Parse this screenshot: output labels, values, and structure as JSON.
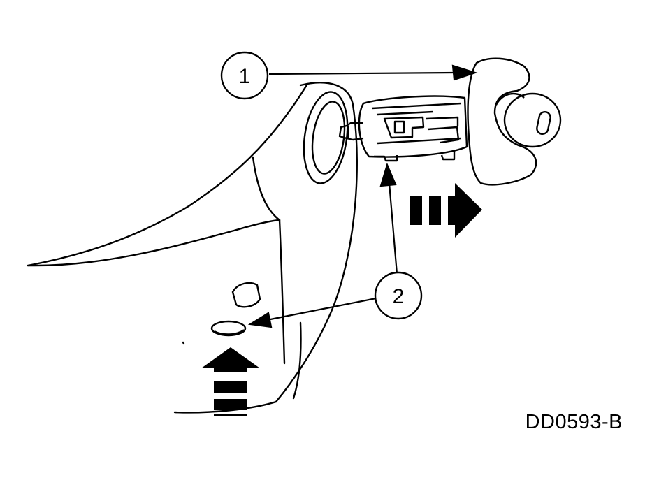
{
  "callouts": [
    {
      "label": "1"
    },
    {
      "label": "2"
    }
  ],
  "figure_code": "DD0593-B",
  "colors": {
    "line": "#000000",
    "background": "#ffffff"
  },
  "icons": [
    "motion-arrow-right-icon",
    "motion-arrow-up-icon"
  ]
}
